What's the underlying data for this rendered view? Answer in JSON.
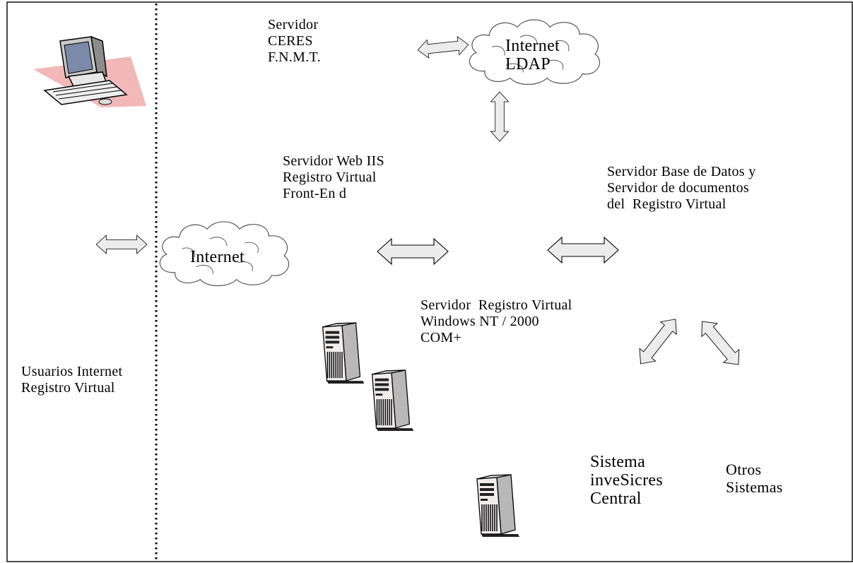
{
  "labels": {
    "ceres_server": "Servidor\nCERES\nF.N.M.T.",
    "internet_ldap": "Internet\nLDAP",
    "web_server": "Servidor Web IIS\nRegistro Virtual\nFront-En d",
    "db_server": "Servidor Base de Datos y\nServidor de documentos\ndel  Registro Virtual",
    "internet": "Internet",
    "registro_server": "Servidor  Registro Virtual\nWindows NT / 2000\nCOM+",
    "users": "Usuarios Internet\nRegistro Virtual",
    "invesicres": "Sistema\ninveSicres\nCentral",
    "otros": "Otros\nSistemas"
  },
  "icons": [
    "client-computer-icon",
    "cloud-icon",
    "server-tower-icon",
    "double-arrow-icon"
  ],
  "colors": {
    "arrow_fill": "#ececec",
    "cloud_fill": "#ffffff",
    "line": "#000000",
    "computer_shadow": "#f2b8b8"
  }
}
